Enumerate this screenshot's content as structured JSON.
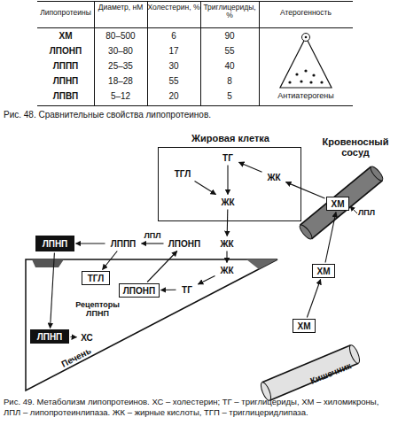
{
  "diagram": {
    "caption": "Рис. 49. Метаболизм липопротеинов. ХС – холестерин; ТГ – триглицериды, ХМ – хиломикроны, ЛПЛ – липопротеинлипаза. ЖК – жирные кислоты, ТГП – триглицеридлипаза.",
    "nodes": [
      {
        "text": [
          "Жировая клетка"
        ]
      },
      {
        "text": [
          "ТГ"
        ],
        "in": 0
      },
      {
        "text": [
          "ТГЛ"
        ],
        "in": 0
      },
      {
        "text": [
          "ЖК"
        ],
        "in": 0
      },
      {
        "text": [
          "ЖК"
        ],
        "in": 0
      },
      {
        "text": [
          "Кровеносный сосуд"
        ]
      },
      {
        "text": [
          "ХМ"
        ],
        "in": 5
      },
      {
        "text": [
          "ХМ"
        ]
      },
      {
        "text": [
          "Кишечник"
        ]
      },
      {
        "text": [
          "ХМ"
        ]
      },
      {
        "text": [
          "Печень"
        ]
      },
      {
        "text": [
          "ТГЛ"
        ],
        "in": 10
      },
      {
        "text": [
          "ЛПНП"
        ],
        "in": 10
      },
      {
        "text": [
          "ЛПОНП"
        ],
        "in": 10
      },
      {
        "text": [
          "ТГ"
        ],
        "in": 10
      },
      {
        "text": [
          "ЖК"
        ],
        "in": 10
      },
      {
        "text": [
          "ЖК"
        ]
      },
      {
        "text": [
          "ЛПОНП"
        ]
      },
      {
        "text": [
          "ЛППП"
        ]
      },
      {
        "text": [
          "ЛПНП"
        ]
      },
      {
        "text": [
          "ХС"
        ],
        "in": 10
      }
    ],
    "edges": [
      {
        "from": 1,
        "to": 3,
        "arrow": "to"
      },
      {
        "from": 2,
        "to": 3,
        "arrow": "to"
      },
      {
        "from": 4,
        "to": 1,
        "arrow": "to"
      },
      {
        "from": 6,
        "to": 4,
        "arrow": "to"
      },
      {
        "from": 7,
        "to": 6,
        "arrow": "to"
      },
      {
        "from": 9,
        "to": 7,
        "arrow": "to"
      },
      {
        "from": 3,
        "to": 16,
        "arrow": "to"
      },
      {
        "from": 16,
        "to": 15,
        "arrow": "to"
      },
      {
        "from": 15,
        "to": 14,
        "arrow": "to"
      },
      {
        "from": 14,
        "to": 13,
        "arrow": "to"
      },
      {
        "from": 13,
        "to": 17,
        "arrow": "to"
      },
      {
        "from": 17,
        "to": 18,
        "label": "ЛПЛ",
        "arrow": "to"
      },
      {
        "from": 18,
        "to": 19,
        "arrow": "to"
      },
      {
        "from": 18,
        "to": 11,
        "arrow": "to"
      },
      {
        "from": 19,
        "to": 12,
        "arrow": "to"
      },
      {
        "from": 12,
        "to": 20,
        "arrow": "to"
      }
    ],
    "labels": [
      "Липопротеины",
      "Диаметр, нМ",
      "Холестерин, %",
      "Триглицериды, %",
      "Атерогенность",
      "ХМ",
      "80–500",
      "6",
      "90",
      "ЛПОНП",
      "30–80",
      "17",
      "55",
      "ЛППП",
      "25–35",
      "30",
      "40",
      "ЛПНП",
      "18–28",
      "55",
      "8",
      "ЛПВП",
      "5–12",
      "20",
      "5",
      "Антиатерогены",
      "Рис. 48. Сравнительные свойства липопротеинов.",
      "ЛПЛ",
      "Рецепторы ЛПНП"
    ]
  }
}
